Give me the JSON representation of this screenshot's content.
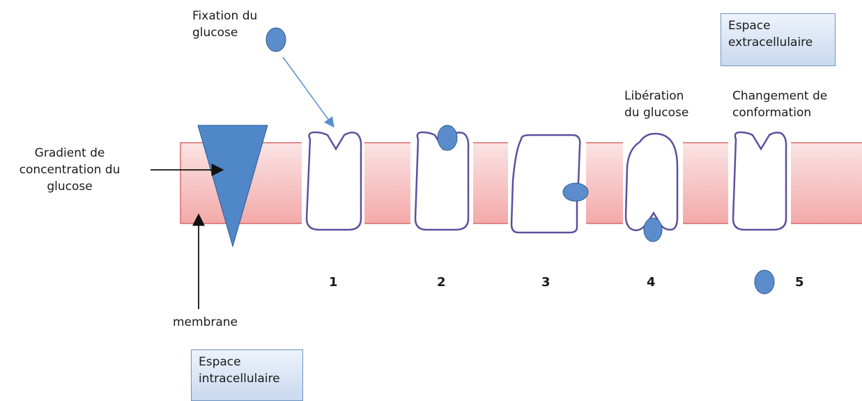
{
  "labels": {
    "fixation": [
      "Fixation du",
      "glucose"
    ],
    "extracellular": [
      "Espace",
      "extracellulaire"
    ],
    "liberation": [
      "Libération",
      "du glucose"
    ],
    "conformation": [
      "Changement de",
      "conformation"
    ],
    "gradient": [
      "Gradient de",
      "concentration du",
      "glucose"
    ],
    "membrane": "membrane",
    "intracellular": [
      "Espace",
      "intracellulaire"
    ]
  },
  "steps": [
    "1",
    "2",
    "3",
    "4",
    "5"
  ],
  "colors": {
    "membrane_top": "#f9dede",
    "membrane_bottom": "#f2a6a6",
    "membrane_border": "#d86a6a",
    "glucose_fill": "#5b8ccc",
    "glucose_stroke": "#2e5c94",
    "transporter_stroke": "#5d4f9e",
    "arrow_blue": "#5a8ed0",
    "triangle_fill": "#4f87c8"
  }
}
